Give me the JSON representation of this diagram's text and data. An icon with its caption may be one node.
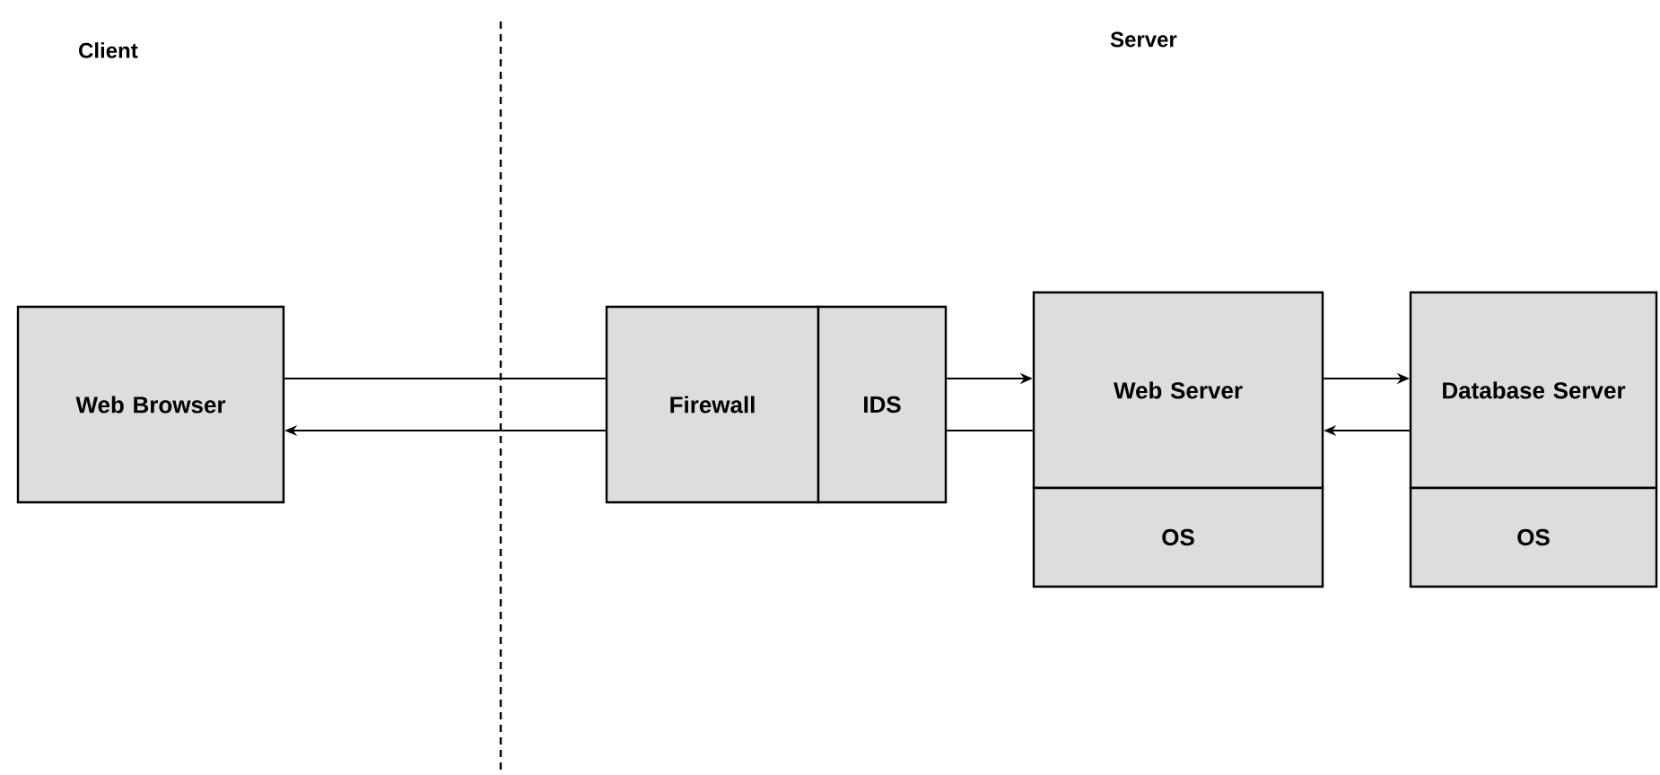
{
  "diagram": {
    "nodes": [
      {
        "text": [
          "Web Browser"
        ]
      },
      {
        "text": [
          "Firewall"
        ]
      },
      {
        "text": [
          "IDS"
        ]
      },
      {
        "text": [
          "Web Server"
        ]
      },
      {
        "text": [
          "OS"
        ]
      },
      {
        "text": [
          "Database Server"
        ]
      },
      {
        "text": [
          "OS"
        ]
      }
    ],
    "edges": [
      {
        "from": 0,
        "to": 1,
        "arrow": "none"
      },
      {
        "from": 1,
        "to": 0,
        "arrow": "to"
      },
      {
        "from": 2,
        "to": 3,
        "arrow": "to"
      },
      {
        "from": 3,
        "to": 2,
        "arrow": "none"
      },
      {
        "from": 3,
        "to": 5,
        "arrow": "to"
      },
      {
        "from": 5,
        "to": 3,
        "arrow": "to"
      }
    ],
    "labels": [
      "Client",
      "Server"
    ]
  }
}
